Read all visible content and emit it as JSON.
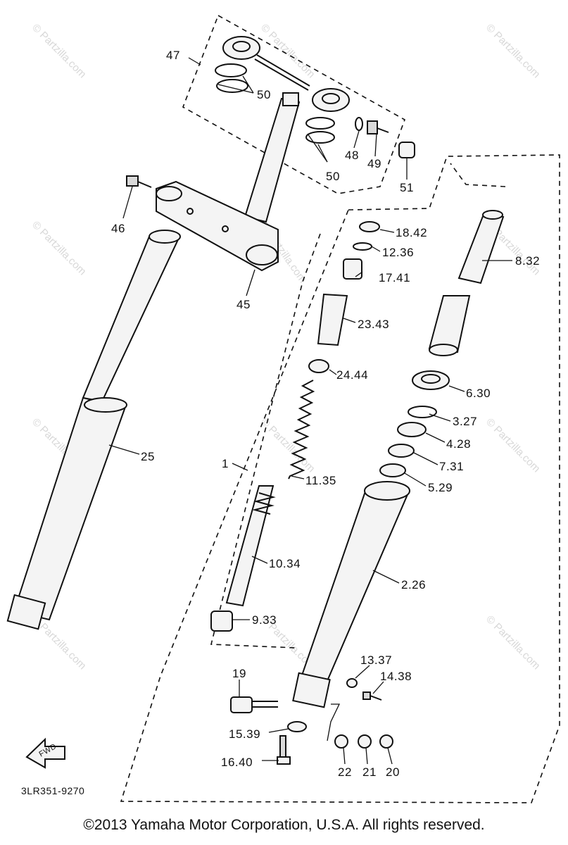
{
  "watermark": "© Partzilla.com",
  "diagram_code": "3LR351-9270",
  "fwd_label": "FWD",
  "copyright": "©2013  Yamaha Motor Corporation, U.S.A. All rights reserved.",
  "callouts": {
    "c47": "47",
    "c50a": "50",
    "c50b": "50",
    "c48": "48",
    "c49": "49",
    "c51": "51",
    "c46": "46",
    "c45": "45",
    "c25": "25",
    "c1": "1",
    "c18_42": "18.42",
    "c12_36": "12.36",
    "c17_41": "17.41",
    "c23_43": "23.43",
    "c24_44": "24.44",
    "c11_35": "11.35",
    "c10_34": "10.34",
    "c9_33": "9.33",
    "c8_32": "8.32",
    "c6_30": "6.30",
    "c3_27": "3.27",
    "c4_28": "4.28",
    "c7_31": "7.31",
    "c5_29": "5.29",
    "c2_26": "2.26",
    "c13_37": "13.37",
    "c14_38": "14.38",
    "c19": "19",
    "c15_39": "15.39",
    "c16_40": "16.40",
    "c22": "22",
    "c21": "21",
    "c20": "20"
  }
}
